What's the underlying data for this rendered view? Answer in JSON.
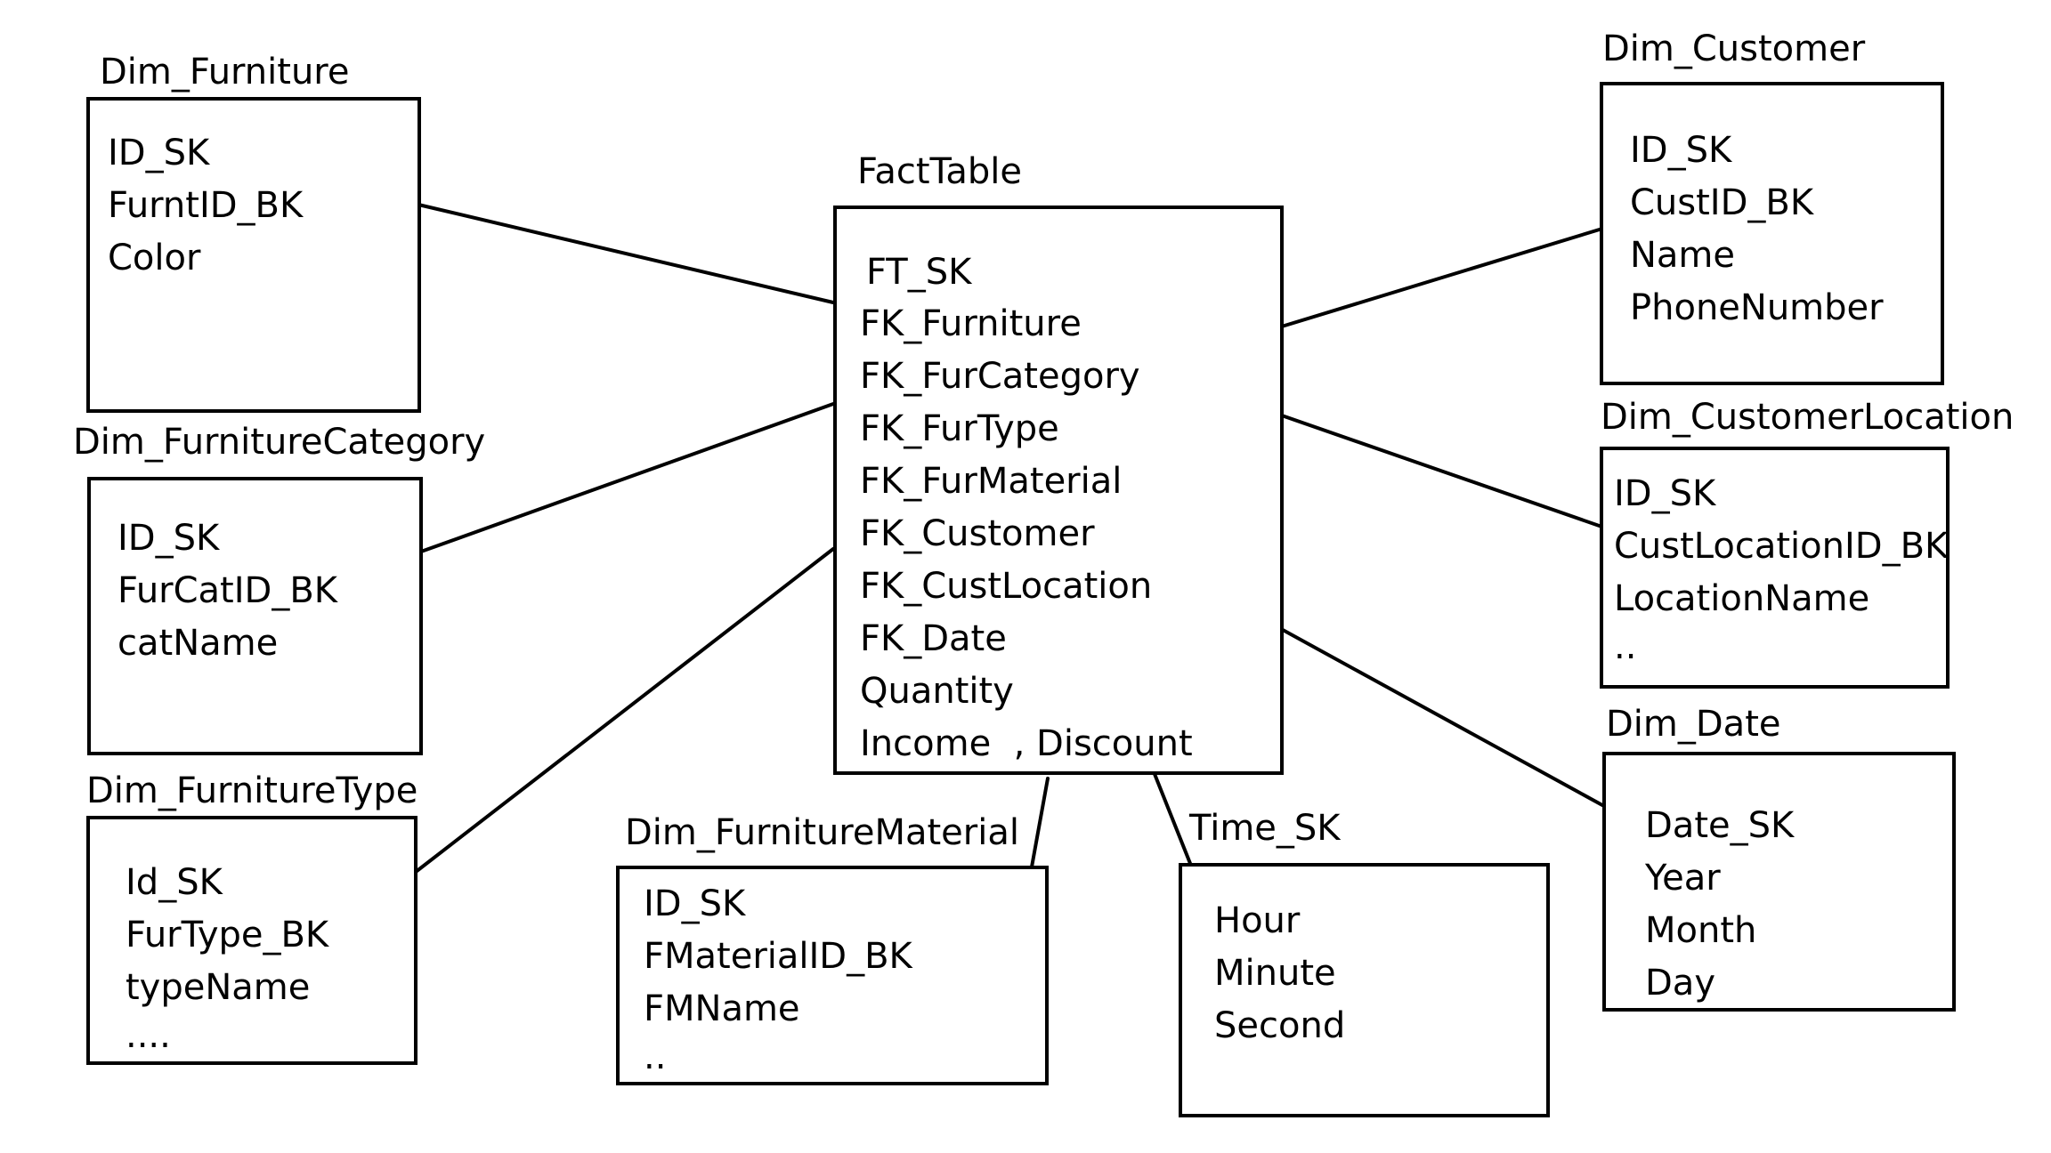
{
  "tables": {
    "furniture": {
      "title": "Dim_Furniture",
      "fields": [
        "ID_SK",
        "FurntID_BK",
        "Color"
      ]
    },
    "furniture_category": {
      "title": "Dim_FurnitureCategory",
      "fields": [
        "ID_SK",
        "FurCatID_BK",
        "catName"
      ]
    },
    "furniture_type": {
      "title": "Dim_FurnitureType",
      "fields": [
        "Id_SK",
        "FurType_BK",
        "typeName",
        "...."
      ]
    },
    "furniture_material": {
      "title": "Dim_FurnitureMaterial",
      "fields": [
        "ID_SK",
        "FMaterialID_BK",
        "FMName",
        ".."
      ]
    },
    "time": {
      "title": "Time_SK",
      "fields": [
        "Hour",
        "Minute",
        "Second"
      ]
    },
    "fact": {
      "title": "FactTable",
      "fields": [
        "FT_SK",
        "FK_Furniture",
        "FK_FurCategory",
        "FK_FurType",
        "FK_FurMaterial",
        "FK_Customer",
        "FK_CustLocation",
        "FK_Date",
        "Quantity",
        "Income  , Discount"
      ]
    },
    "customer": {
      "title": "Dim_Customer",
      "fields": [
        "ID_SK",
        "CustID_BK",
        "Name",
        "PhoneNumber"
      ]
    },
    "customer_location": {
      "title": "Dim_CustomerLocation",
      "fields": [
        "ID_SK",
        "CustLocationID_BK",
        "LocationName",
        ".."
      ]
    },
    "date": {
      "title": "Dim_Date",
      "fields": [
        "Date_SK",
        "Year",
        "Month",
        "Day"
      ]
    }
  },
  "relationships": [
    {
      "from": "fact",
      "to": "furniture"
    },
    {
      "from": "fact",
      "to": "furniture_category"
    },
    {
      "from": "fact",
      "to": "furniture_type"
    },
    {
      "from": "fact",
      "to": "furniture_material"
    },
    {
      "from": "fact",
      "to": "time"
    },
    {
      "from": "fact",
      "to": "customer"
    },
    {
      "from": "fact",
      "to": "customer_location"
    },
    {
      "from": "fact",
      "to": "date"
    }
  ]
}
